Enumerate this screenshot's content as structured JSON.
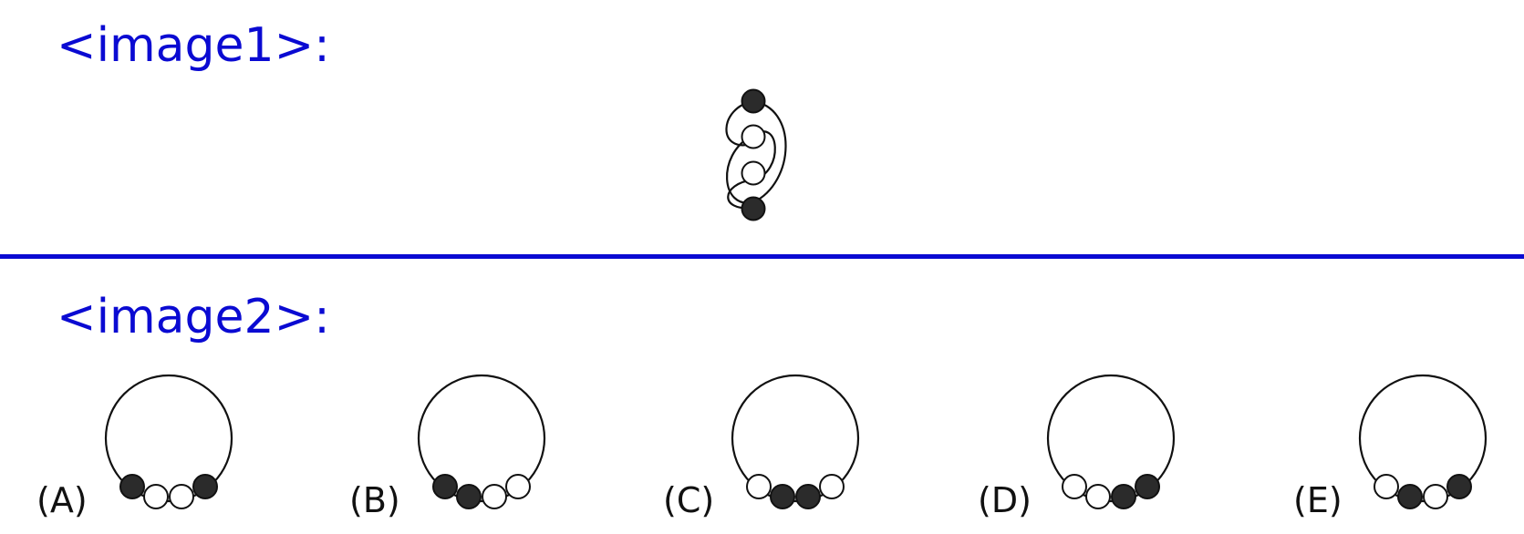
{
  "sections": [
    {
      "label": "<image1>:"
    },
    {
      "label": "<image2>:"
    }
  ],
  "colors": {
    "accent": "#0a0ad2",
    "ink": "#111111",
    "bead_dark": "#2b2b2b",
    "bead_light": "#ffffff"
  },
  "image1": {
    "beads_top_to_bottom": [
      "dark",
      "light",
      "light",
      "dark"
    ]
  },
  "options": [
    {
      "label": "(A)",
      "beads_left_to_right": [
        "dark",
        "light",
        "light",
        "dark"
      ]
    },
    {
      "label": "(B)",
      "beads_left_to_right": [
        "dark",
        "dark",
        "light",
        "light"
      ]
    },
    {
      "label": "(C)",
      "beads_left_to_right": [
        "light",
        "dark",
        "dark",
        "light"
      ]
    },
    {
      "label": "(D)",
      "beads_left_to_right": [
        "light",
        "light",
        "dark",
        "dark"
      ]
    },
    {
      "label": "(E)",
      "beads_left_to_right": [
        "light",
        "dark",
        "light",
        "dark"
      ]
    }
  ]
}
